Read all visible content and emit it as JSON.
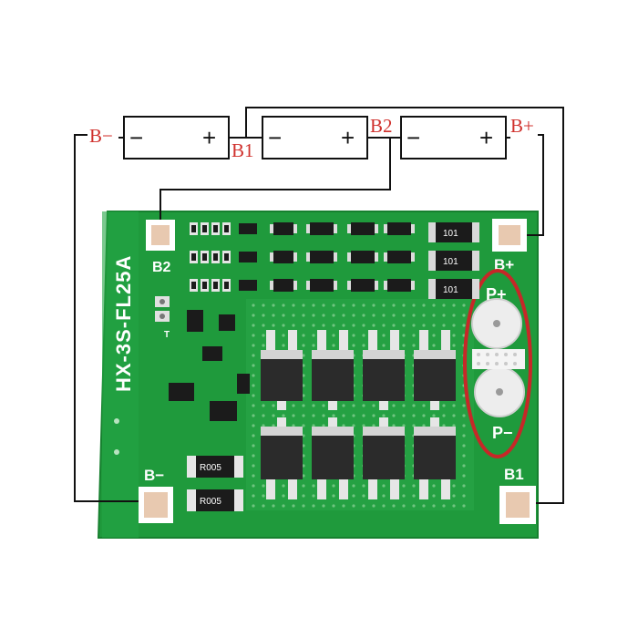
{
  "diagram": {
    "cells": [
      {
        "neg": "−",
        "pos": "+"
      },
      {
        "neg": "−",
        "pos": "+"
      },
      {
        "neg": "−",
        "pos": "+"
      }
    ],
    "wire_labels": {
      "b_minus": "B−",
      "b1": "B1",
      "b2": "B2",
      "b_plus": "B+"
    }
  },
  "board": {
    "model": "HX-3S-FL25A",
    "pads": {
      "b2": "B2",
      "b_plus": "B+",
      "b_minus": "B−",
      "b1": "B1",
      "p_plus": "P+",
      "p_minus": "P−",
      "t": "T"
    },
    "resistor_code": "101",
    "shunt_code": "R005"
  },
  "colors": {
    "pcb_green": "#1f9a3c",
    "wire": "#111111",
    "label_red": "#d0312d",
    "highlight_ellipse": "#c62828",
    "pad_copper": "#e8c9b0",
    "mosfet_body": "#2b2b2b"
  }
}
